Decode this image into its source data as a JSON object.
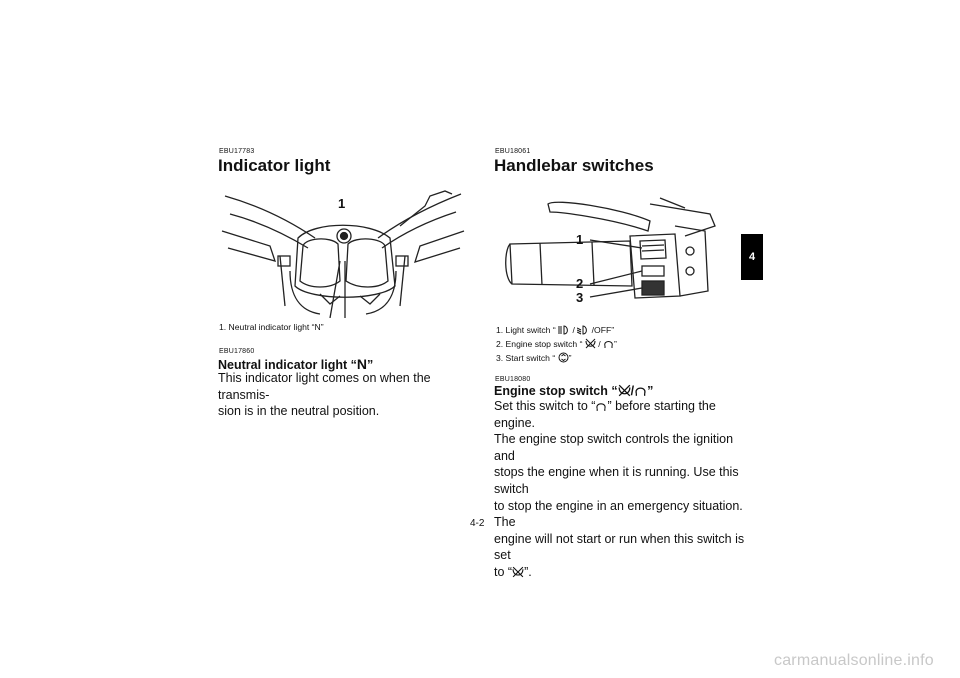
{
  "page": {
    "number": "4-2",
    "chapter_tab": "4"
  },
  "left": {
    "section1": {
      "code": "EBU17783",
      "title": "Indicator light"
    },
    "figure1": {
      "callout": "1",
      "caption": "1.  Neutral indicator light “N”"
    },
    "section2": {
      "code": "EBU17860",
      "title_prefix": "Neutral indicator light “",
      "title_symbol": "N",
      "title_suffix": "”",
      "body_line1": "This indicator light comes on when the transmis-",
      "body_line2": "sion is in the neutral position."
    }
  },
  "right": {
    "section1": {
      "code": "EBU18061",
      "title": "Handlebar switches"
    },
    "figure2": {
      "callouts": [
        "1",
        "2",
        "3"
      ],
      "captions": {
        "c1_prefix": "1.  Light switch “",
        "c1_sep": " / ",
        "c1_suffix": " /OFF”",
        "c2_prefix": "2.  Engine stop switch “",
        "c2_sep": " / ",
        "c2_suffix": "”",
        "c3_prefix": "3.  Start switch “",
        "c3_suffix": "”"
      }
    },
    "section2": {
      "code": "EBU18080",
      "title_prefix": "Engine stop switch “",
      "title_sep": "/",
      "title_suffix": "”",
      "line1_prefix": "Set this switch to “",
      "line1_suffix": "” before starting the engine.",
      "line2": "The engine stop switch controls the ignition and",
      "line3": "stops the engine when it is running. Use this switch",
      "line4": "to stop the engine in an emergency situation. The",
      "line5": "engine will not start or run when this switch is set",
      "line6_prefix": "to “",
      "line6_suffix": "”."
    }
  },
  "watermark": "carmanualsonline.info",
  "icons": {
    "run": "engine-run-icon",
    "stop": "engine-stop-icon",
    "high_beam": "high-beam-icon",
    "low_beam": "low-beam-icon",
    "start": "start-switch-icon"
  }
}
